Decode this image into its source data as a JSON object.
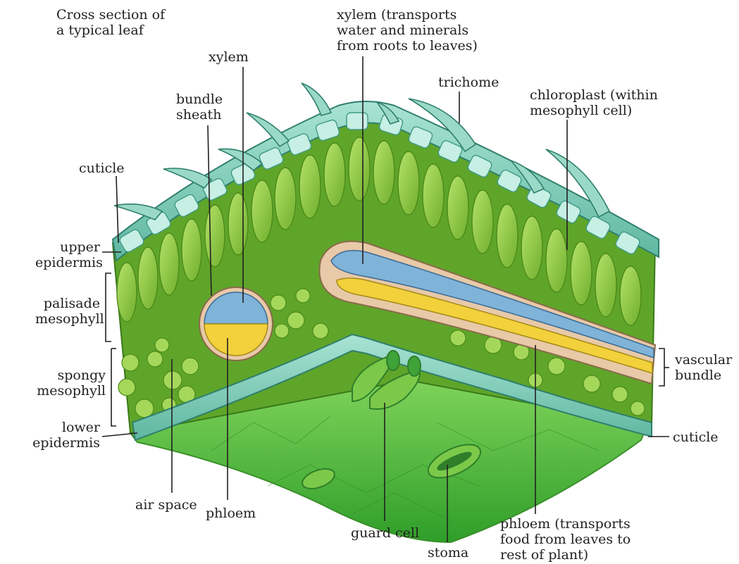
{
  "title": "Cross section of\na typical leaf",
  "labels": {
    "xylem_top": "xylem",
    "xylem_transport": "xylem (transports\nwater and minerals\nfrom roots to leaves)",
    "trichome": "trichome",
    "chloroplast": "chloroplast (within\nmesophyll cell)",
    "bundle_sheath": "bundle\nsheath",
    "cuticle_top": "cuticle",
    "upper_epidermis": "upper\nepidermis",
    "palisade_mesophyll": "palisade\nmesophyll",
    "spongy_mesophyll": "spongy\nmesophyll",
    "lower_epidermis": "lower\nepidermis",
    "vascular_bundle": "vascular\nbundle",
    "cuticle_bottom": "cuticle",
    "air_space": "air space",
    "phloem_bottom": "phloem",
    "guard_cell": "guard cell",
    "stoma": "stoma",
    "phloem_transport": "phloem (transports\nfood from leaves to\nrest of plant)"
  },
  "colors": {
    "epidermis": "#8fd3c0",
    "epidermis_dark": "#3f9a86",
    "palisade": "#8cc63f",
    "palisade_dark": "#5a9a1e",
    "spongy": "#9ed14b",
    "xylem": "#7fb3d8",
    "phloem": "#f2d13c",
    "sheath": "#e8c9a8",
    "underside": "#4fbf3a",
    "line": "#231f20"
  }
}
